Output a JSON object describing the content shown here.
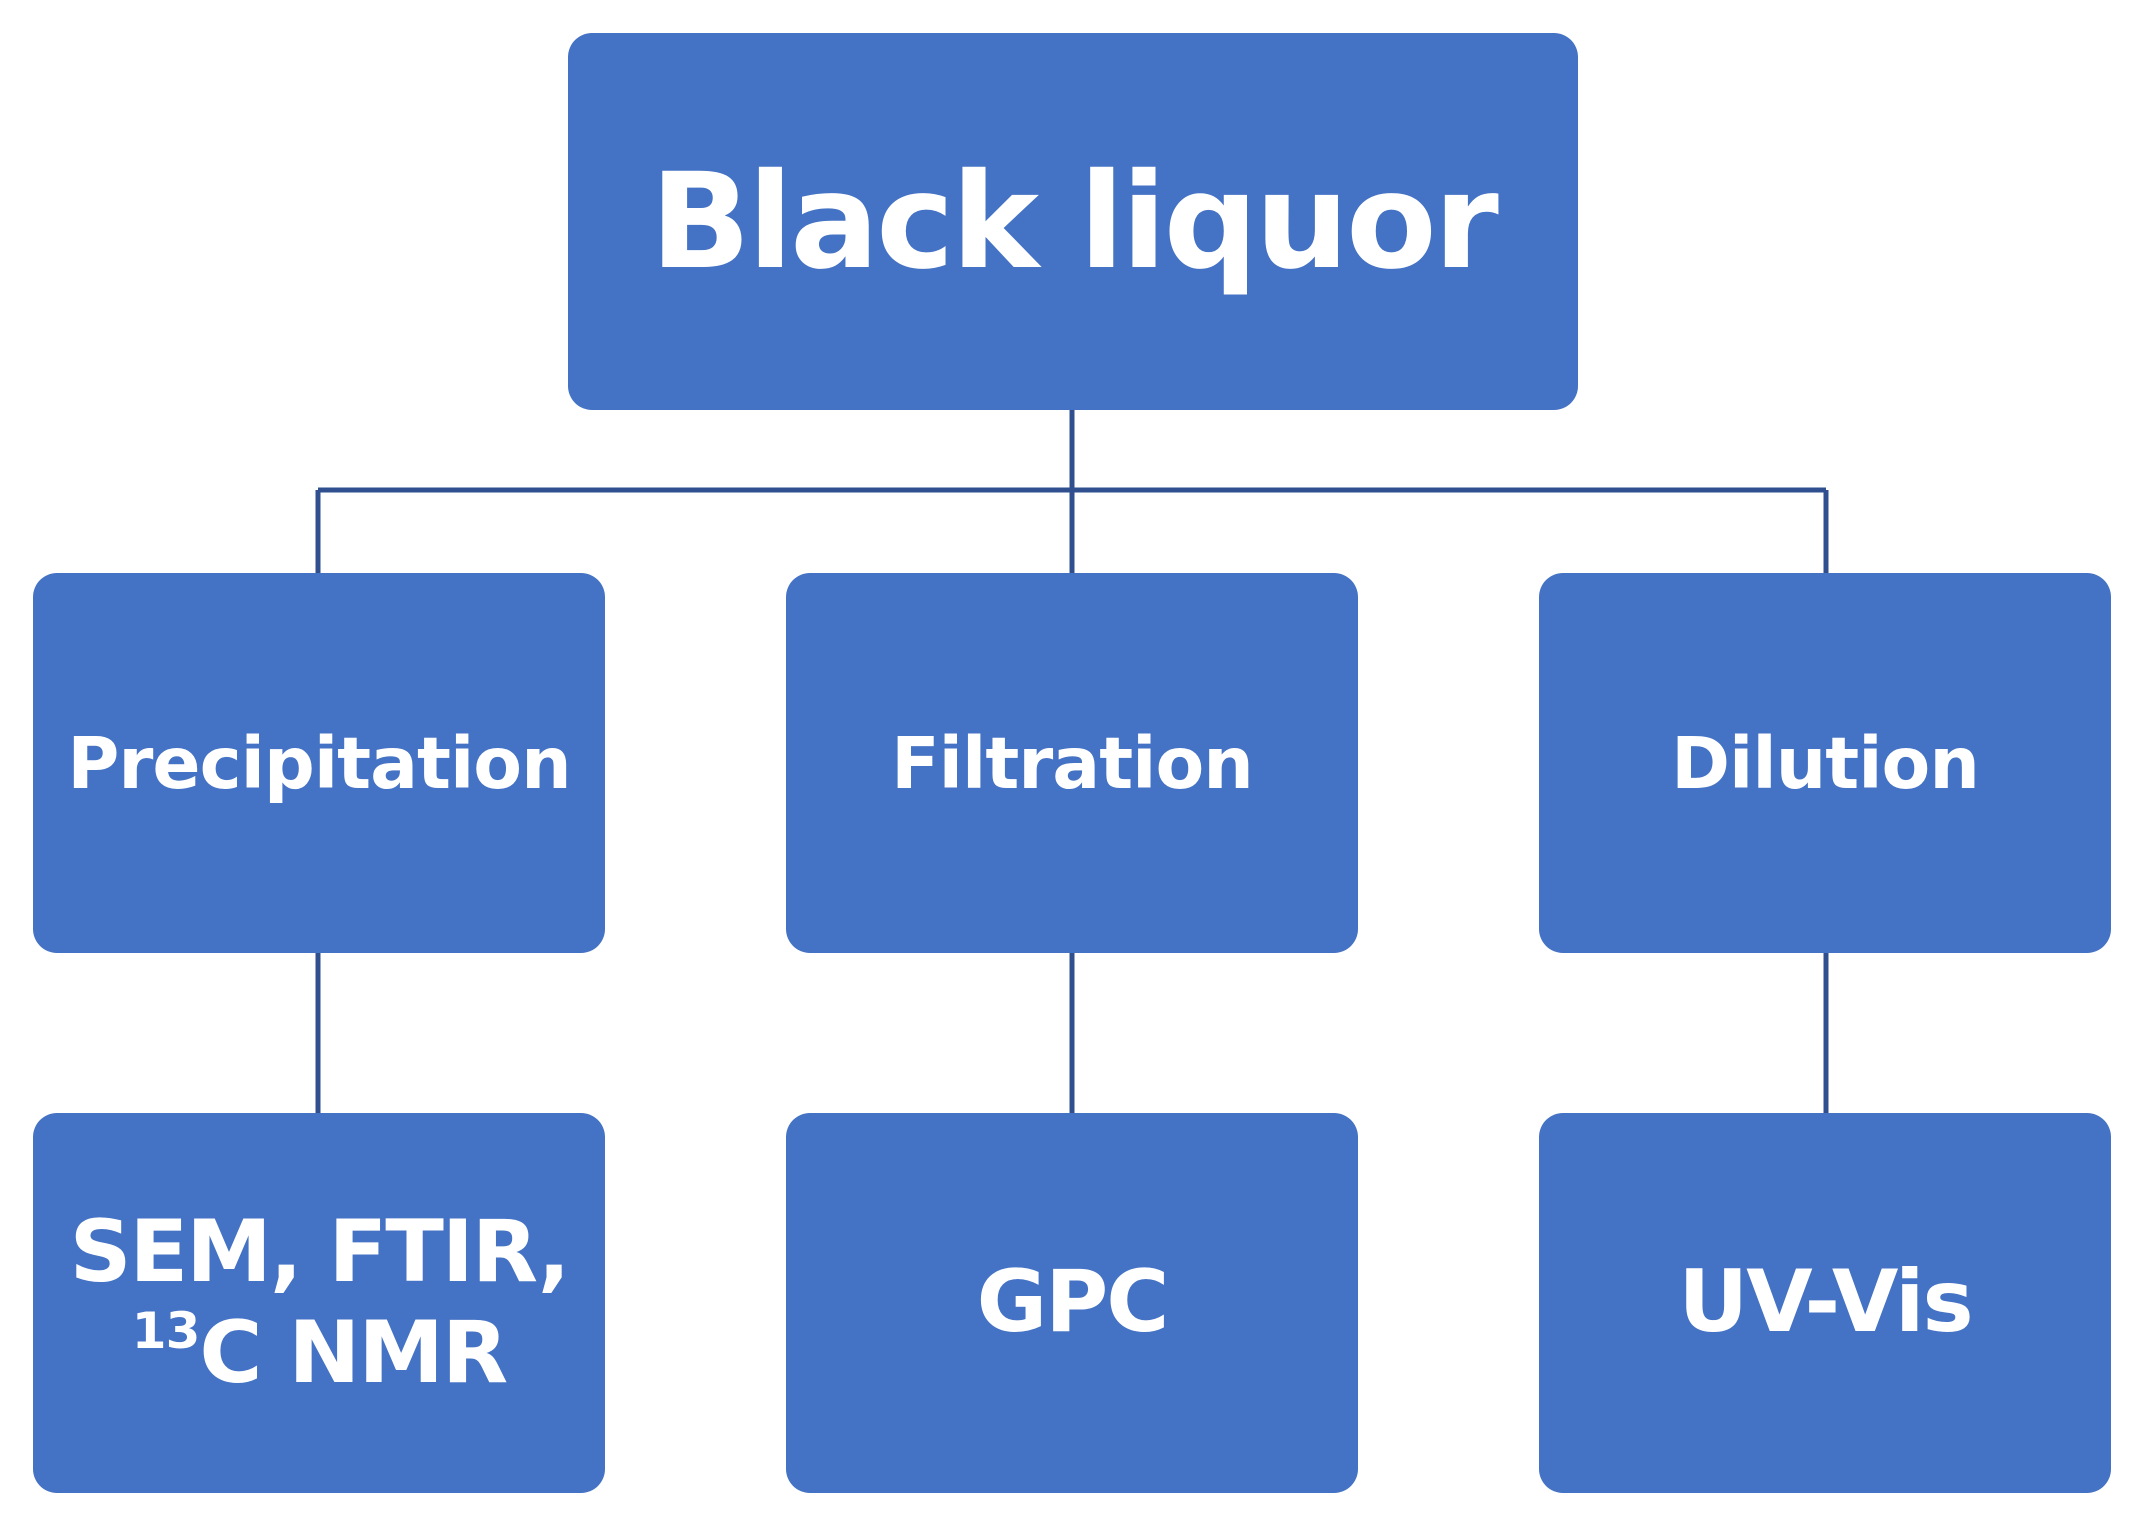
{
  "colors": {
    "box_fill": "#4472c4",
    "text": "#ffffff",
    "connector": "#2f4f8f"
  },
  "root": {
    "label": "Black liquor"
  },
  "methods": [
    {
      "label": "Precipitation"
    },
    {
      "label": "Filtration"
    },
    {
      "label": "Dilution"
    }
  ],
  "analyses": [
    {
      "line1": "SEM, FTIR,",
      "sup": "13",
      "line2": "C NMR"
    },
    {
      "label": "GPC"
    },
    {
      "label": "UV-Vis"
    }
  ]
}
